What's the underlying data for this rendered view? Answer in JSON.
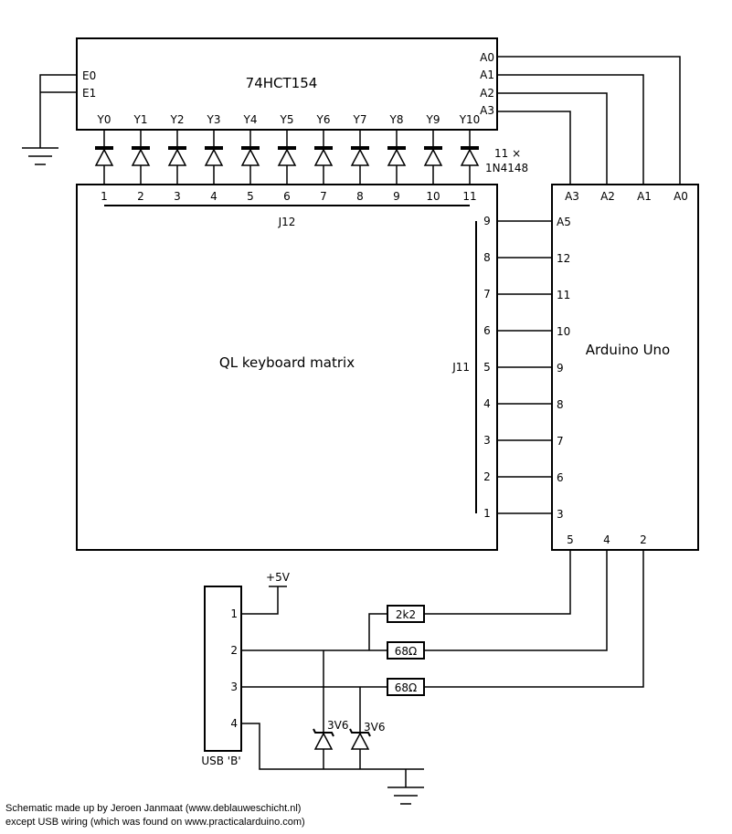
{
  "chip": {
    "name": "74HCT154",
    "enable_pins": [
      "E0",
      "E1"
    ],
    "address_pins": [
      "A0",
      "A1",
      "A2",
      "A3"
    ],
    "outputs": [
      "Y0",
      "Y1",
      "Y2",
      "Y3",
      "Y4",
      "Y5",
      "Y6",
      "Y7",
      "Y8",
      "Y9",
      "Y10"
    ]
  },
  "diodes": {
    "count_label": "11 ×",
    "part": "1N4148"
  },
  "keyboard": {
    "title": "QL keyboard matrix",
    "j12": {
      "label": "J12",
      "pins": [
        "1",
        "2",
        "3",
        "4",
        "5",
        "6",
        "7",
        "8",
        "9",
        "10",
        "11"
      ]
    },
    "j11": {
      "label": "J11",
      "pins": [
        "9",
        "8",
        "7",
        "6",
        "5",
        "4",
        "3",
        "2",
        "1"
      ]
    }
  },
  "arduino": {
    "title": "Arduino Uno",
    "top_pins": [
      "A3",
      "A2",
      "A1",
      "A0"
    ],
    "left_pins": [
      "A5",
      "12",
      "11",
      "10",
      "9",
      "8",
      "7",
      "6",
      "3"
    ],
    "bottom_pins": [
      "5",
      "4",
      "2"
    ]
  },
  "usb": {
    "label": "USB 'B'",
    "pins": [
      "1",
      "2",
      "3",
      "4"
    ],
    "supply": "+5V",
    "resistors": [
      "2k2",
      "68Ω",
      "68Ω"
    ],
    "zeners": [
      "3V6",
      "3V6"
    ]
  },
  "credits": [
    "Schematic made up by Jeroen Janmaat (www.deblauweschicht.nl)",
    "except USB wiring (which was found on www.practicalarduino.com)"
  ]
}
